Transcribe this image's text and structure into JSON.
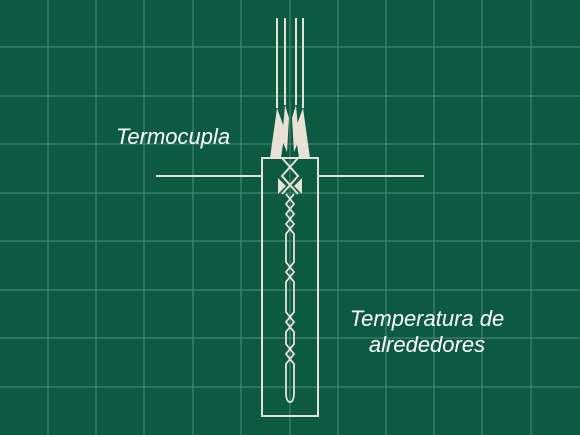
{
  "labels": {
    "thermocouple": "Termocupla",
    "surroundings_line1": "Temperatura de",
    "surroundings_line2": "alrededores"
  },
  "colors": {
    "background": "#0d5a43",
    "grid": "#4f8c77",
    "drawing": "#e8e2d6",
    "text": "#ffffff"
  }
}
